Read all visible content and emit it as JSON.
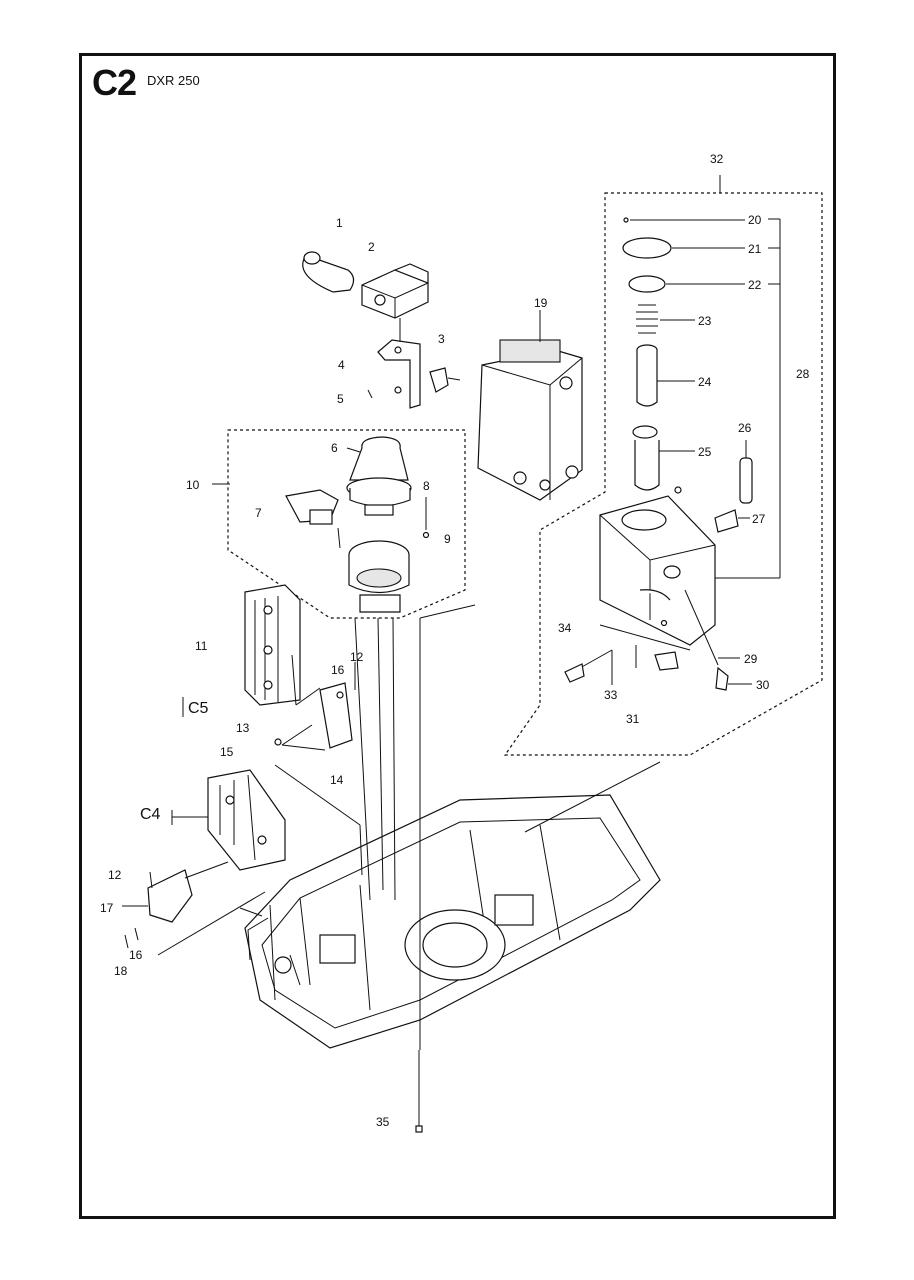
{
  "page": {
    "title": "C2",
    "subtitle": "DXR 250"
  },
  "callouts": {
    "c1": "1",
    "c2": "2",
    "c3": "3",
    "c4": "4",
    "c5": "5",
    "c6": "6",
    "c7": "7",
    "c8": "8",
    "c9": "9",
    "c10": "10",
    "c11": "11",
    "c12a": "12",
    "c12b": "12",
    "c13": "13",
    "c14": "14",
    "c15": "15",
    "c16a": "16",
    "c16b": "16",
    "c17": "17",
    "c18": "18",
    "c19": "19",
    "c20": "20",
    "c21": "21",
    "c22": "22",
    "c23": "23",
    "c24": "24",
    "c25": "25",
    "c26": "26",
    "c27": "27",
    "c28": "28",
    "c29": "29",
    "c30": "30",
    "c31": "31",
    "c32": "32",
    "c33": "33",
    "c34": "34",
    "c35": "35"
  },
  "references": {
    "ref_c5": "C5",
    "ref_c4": "C4"
  }
}
